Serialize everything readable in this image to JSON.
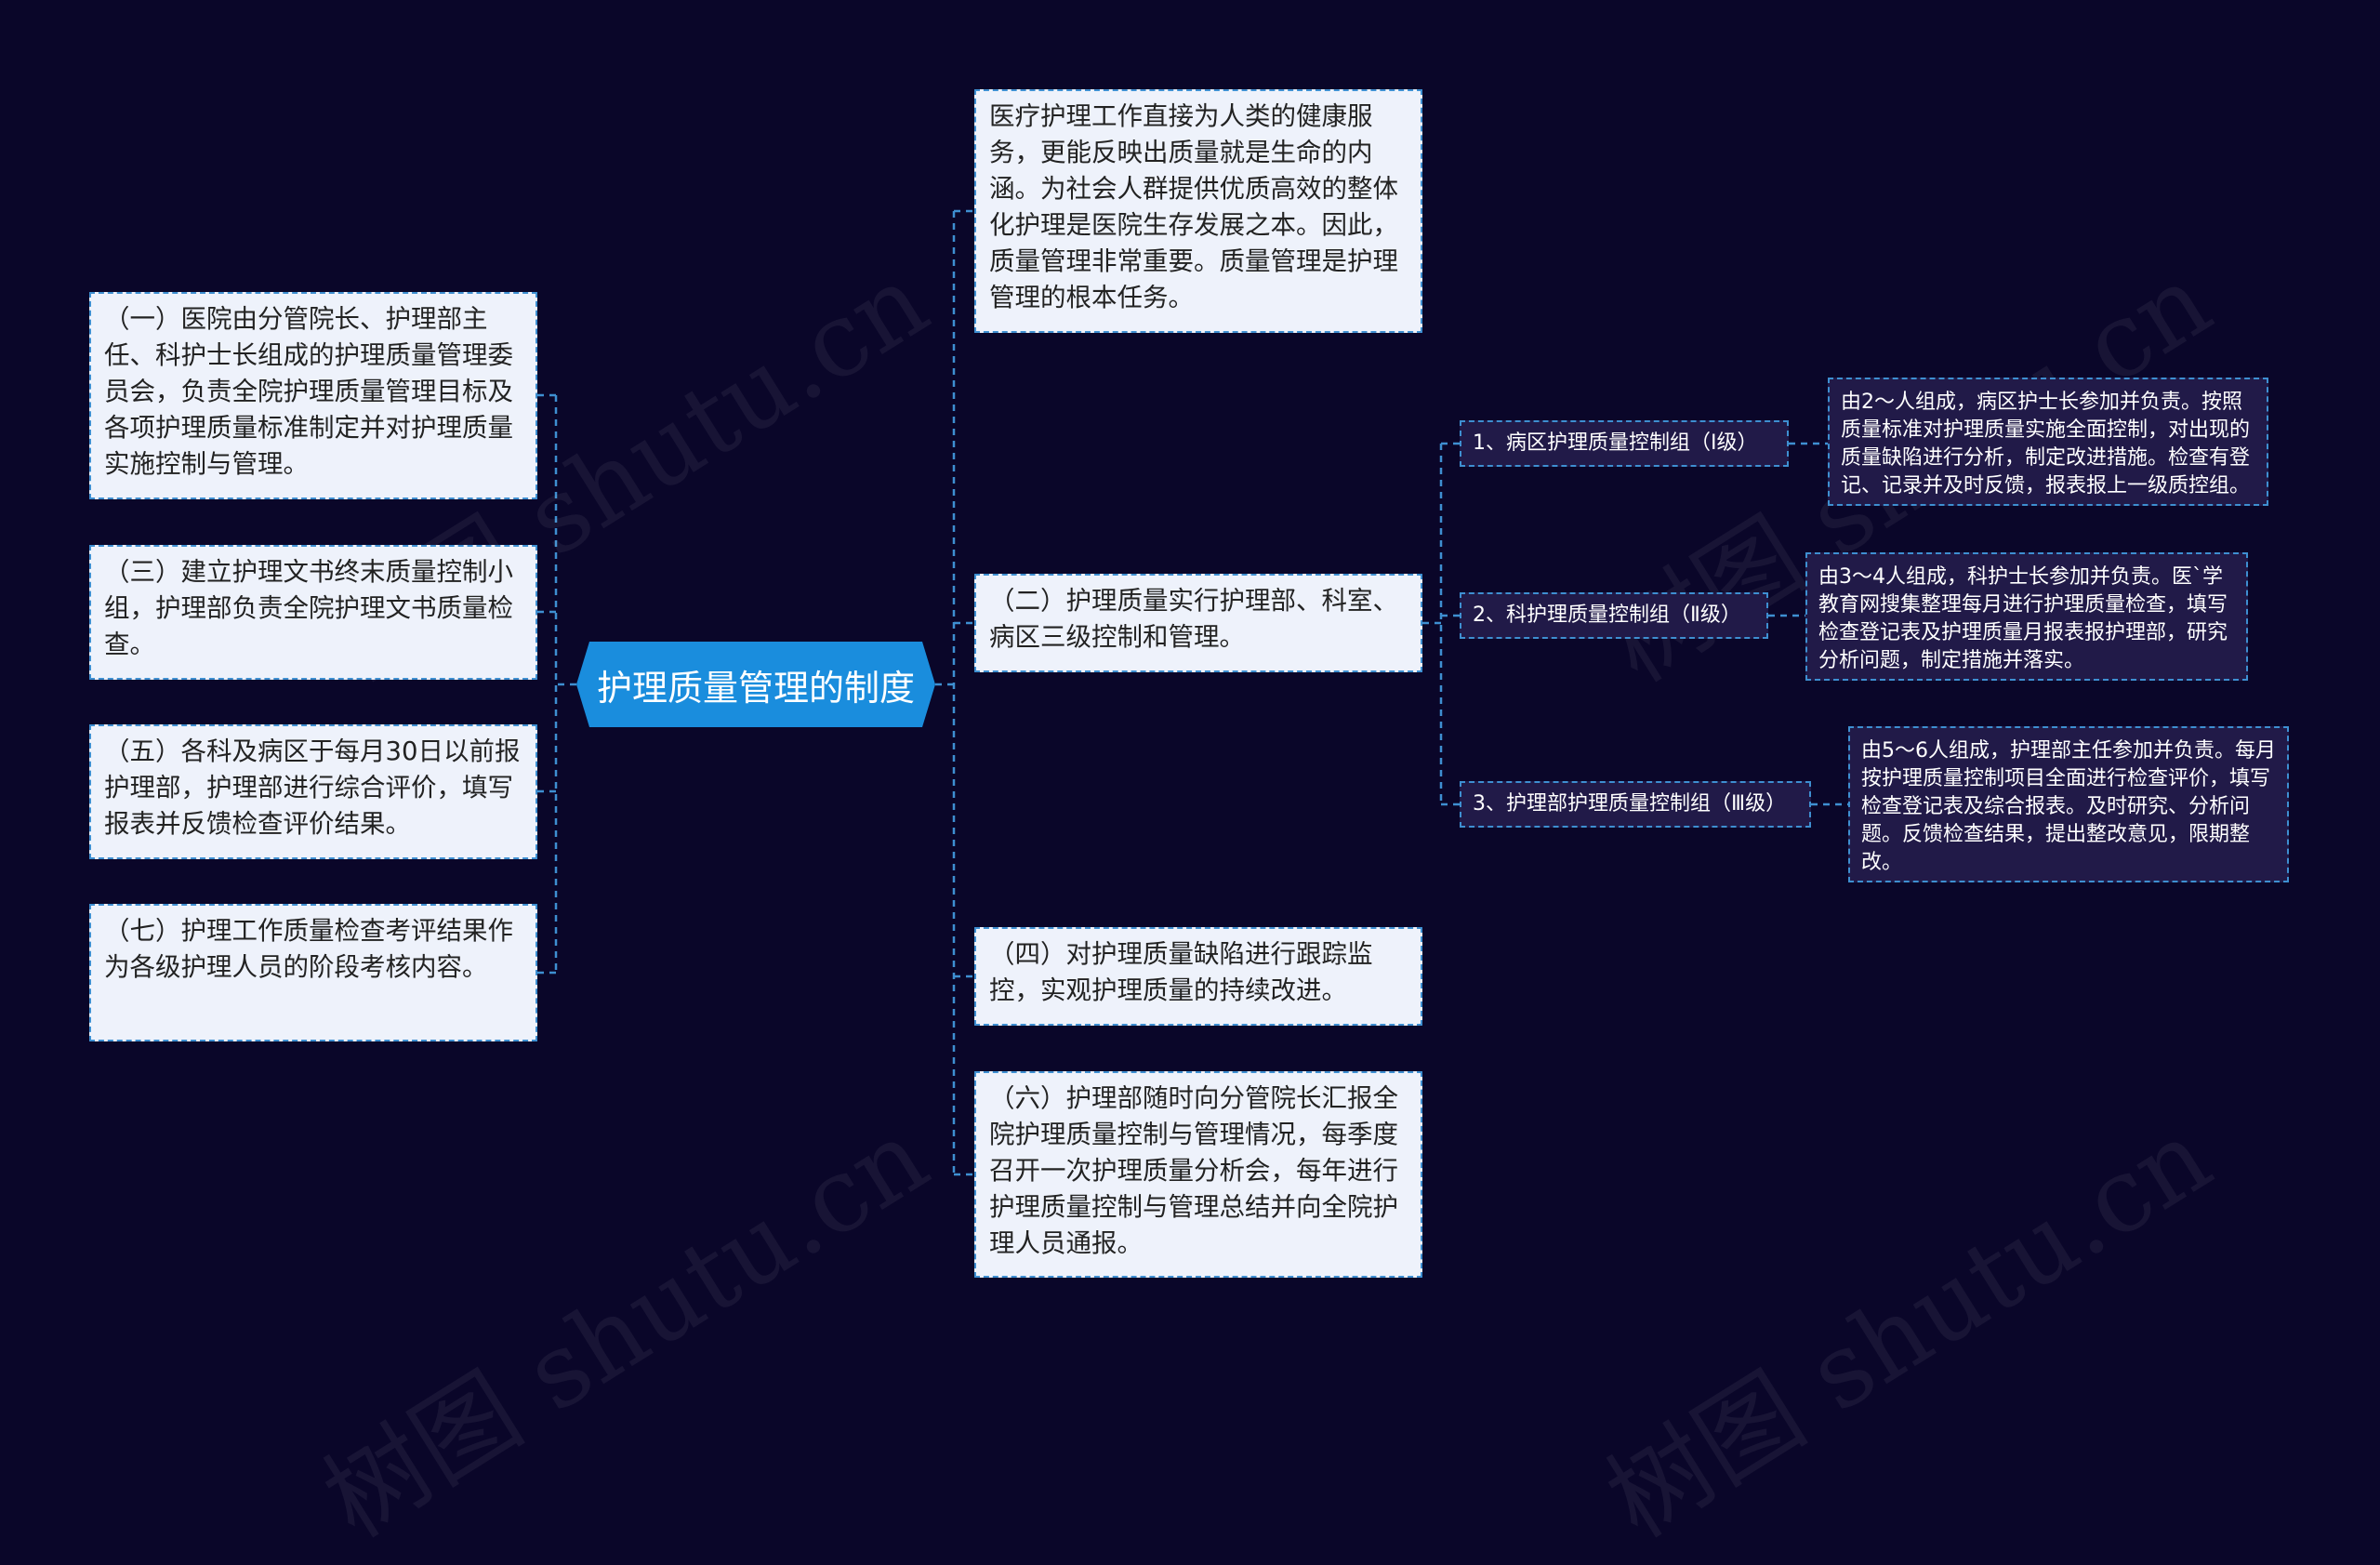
{
  "center": {
    "label": "护理质量管理的制度"
  },
  "left_nodes": [
    {
      "text": "（一）医院由分管院长、护理部主任、科护士长组成的护理质量管理委员会，负责全院护理质量管理目标及各项护理质量标准制定并对护理质量实施控制与管理。"
    },
    {
      "text": "（三）建立护理文书终末质量控制小组，护理部负责全院护理文书质量检查。"
    },
    {
      "text": "（五）各科及病区于每月30日以前报护理部，护理部进行综合评价，填写报表并反馈检查评价结果。"
    },
    {
      "text": "（七）护理工作质量检查考评结果作为各级护理人员的阶段考核内容。"
    }
  ],
  "right_nodes": [
    {
      "text": "医疗护理工作直接为人类的健康服务，更能反映出质量就是生命的内涵。为社会人群提供优质高效的整体化护理是医院生存发展之本。因此，质量管理非常重要。质量管理是护理管理的根本任务。"
    },
    {
      "text": "（二）护理质量实行护理部、科室、病区三级控制和管理。"
    },
    {
      "text": "（四）对护理质量缺陷进行跟踪监控，实观护理质量的持续改进。"
    },
    {
      "text": "（六）护理部随时向分管院长汇报全院护理质量控制与管理情况，每季度召开一次护理质量分析会，每年进行护理质量控制与管理总结并向全院护理人员通报。"
    }
  ],
  "sub_nodes": [
    {
      "label": "1、病区护理质量控制组（Ⅰ级）",
      "detail": "由2～人组成，病区护士长参加并负责。按照质量标准对护理质量实施全面控制，对出现的质量缺陷进行分析，制定改进措施。检查有登记、记录并及时反馈，报表报上一级质控组。"
    },
    {
      "label": "2、科护理质量控制组（Ⅱ级）",
      "detail": "由3～4人组成，科护士长参加并负责。医`学教育网搜集整理每月进行护理质量检查，填写检查登记表及护理质量月报表报护理部，研究分析问题，制定措施并落实。"
    },
    {
      "label": "3、护理部护理质量控制组（Ⅲ级）",
      "detail": "由5～6人组成，护理部主任参加并负责。每月按护理质量控制项目全面进行检查评价，填写检查登记表及综合报表。及时研究、分析问题。反馈检查结果，提出整改意见，限期整改。"
    }
  ],
  "watermark": {
    "text": "树图 shutu.cn"
  },
  "colors": {
    "background": "#0a0629",
    "connector": "#3e8fd1",
    "center": "#1a8ddd",
    "light_box": "#eef2fb",
    "dark_box": "#211a48"
  }
}
